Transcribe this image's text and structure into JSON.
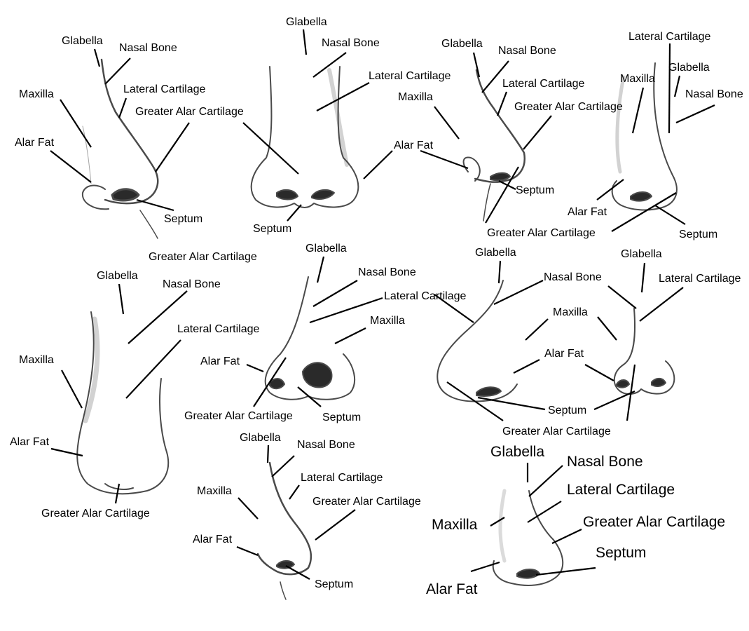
{
  "colors": {
    "background": "#ffffff",
    "text": "#000000",
    "leader": "#000000",
    "sketch": "#4a4a4a"
  },
  "labels": {
    "glabella": "Glabella",
    "nasal_bone": "Nasal Bone",
    "lateral_cartilage": "Lateral Cartilage",
    "maxilla": "Maxilla",
    "greater_alar_cartilage": "Greater Alar Cartilage",
    "alar_fat": "Alar Fat",
    "septum": "Septum"
  },
  "panels": [
    {
      "id": "panel-1",
      "view": "profile",
      "labels": [
        "Glabella",
        "Nasal Bone",
        "Maxilla",
        "Lateral Cartilage",
        "Greater Alar Cartilage",
        "Alar Fat",
        "Septum"
      ]
    },
    {
      "id": "panel-2",
      "view": "front",
      "labels": [
        "Glabella",
        "Nasal Bone",
        "Lateral Cartilage",
        "Greater Alar Cartilage",
        "Alar Fat",
        "Septum"
      ]
    },
    {
      "id": "panel-3",
      "view": "three-quarter",
      "labels": [
        "Glabella",
        "Nasal Bone",
        "Lateral Cartilage",
        "Maxilla",
        "Greater Alar Cartilage",
        "Alar Fat",
        "Septum",
        "Greater Alar Cartilage"
      ]
    },
    {
      "id": "panel-4",
      "view": "three-quarter",
      "labels": [
        "Lateral Cartilage",
        "Maxilla",
        "Glabella",
        "Nasal Bone",
        "Alar Fat",
        "Septum"
      ]
    },
    {
      "id": "panel-5",
      "view": "front-elongated",
      "labels": [
        "Greater Alar Cartilage",
        "Glabella",
        "Nasal Bone",
        "Lateral Cartilage",
        "Maxilla",
        "Alar Fat",
        "Greater Alar Cartilage"
      ]
    },
    {
      "id": "panel-6",
      "view": "low-angle",
      "labels": [
        "Glabella",
        "Nasal Bone",
        "Lateral Cartilage",
        "Maxilla",
        "Alar Fat",
        "Greater Alar Cartilage",
        "Septum"
      ]
    },
    {
      "id": "panel-7",
      "view": "profile-and-front-pair",
      "labels": [
        "Glabella",
        "Nasal Bone",
        "Glabella",
        "Lateral Cartilage",
        "Maxilla",
        "Alar Fat",
        "Septum",
        "Greater Alar Cartilage"
      ]
    },
    {
      "id": "panel-8",
      "view": "profile",
      "labels": [
        "Glabella",
        "Nasal Bone",
        "Lateral Cartilage",
        "Maxilla",
        "Greater Alar Cartilage",
        "Alar Fat",
        "Septum"
      ]
    },
    {
      "id": "panel-9",
      "view": "three-quarter",
      "labels": [
        "Glabella",
        "Nasal Bone",
        "Lateral Cartilage",
        "Maxilla",
        "Greater Alar Cartilage",
        "Septum",
        "Alar Fat"
      ]
    }
  ]
}
